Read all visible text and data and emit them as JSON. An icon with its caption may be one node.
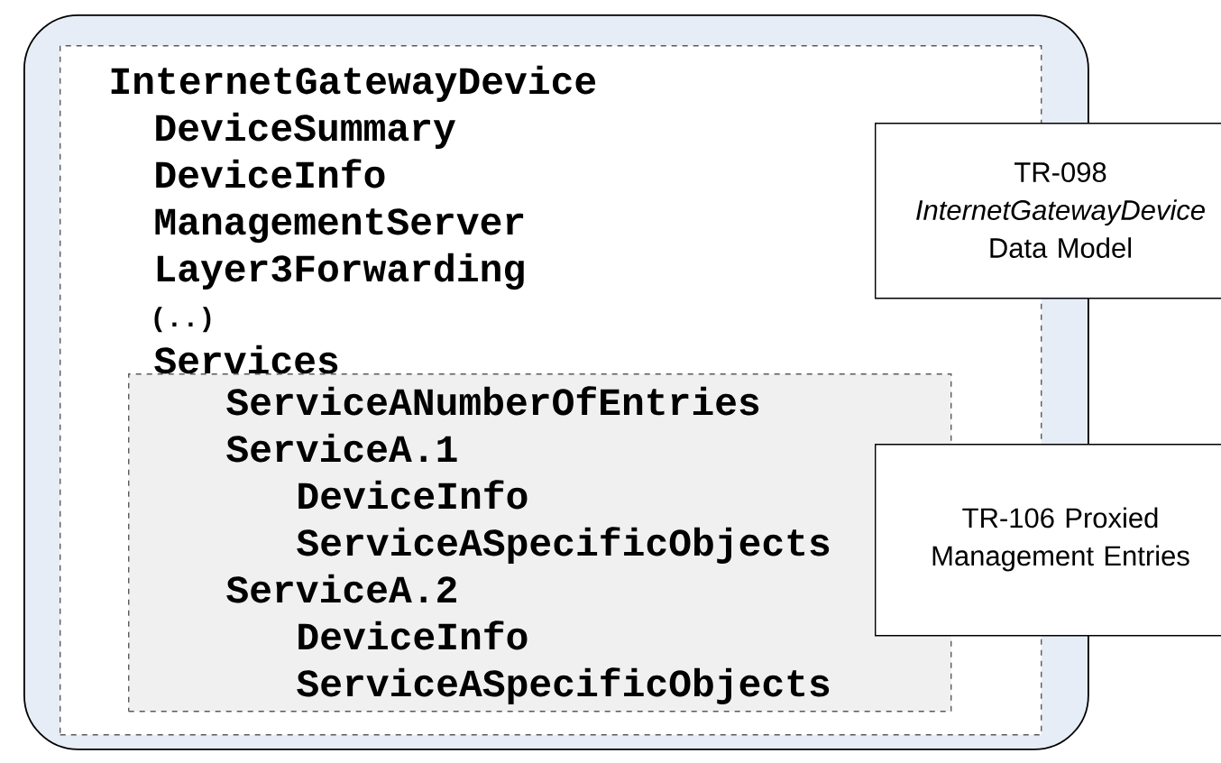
{
  "diagram": {
    "nodes": [
      {
        "text": [],
        "shape": "box"
      },
      {
        "text": [
          "InternetGatewayDevice",
          "DeviceSummary",
          "DeviceInfo",
          "ManagementServer",
          "Layer3Forwarding",
          "(..)",
          "Services"
        ],
        "in": 0
      },
      {
        "text": [
          "ServiceANumberOfEntries",
          "ServiceA.1",
          "DeviceInfo",
          "ServiceASpecificObjects",
          "ServiceA.2",
          "DeviceInfo",
          "ServiceASpecificObjects"
        ],
        "in": 1
      },
      {
        "text": [
          "TR-098 *InternetGatewayDevice* Data Model"
        ]
      },
      {
        "text": [
          "TR-106 Proxied Management Entries"
        ]
      }
    ]
  }
}
